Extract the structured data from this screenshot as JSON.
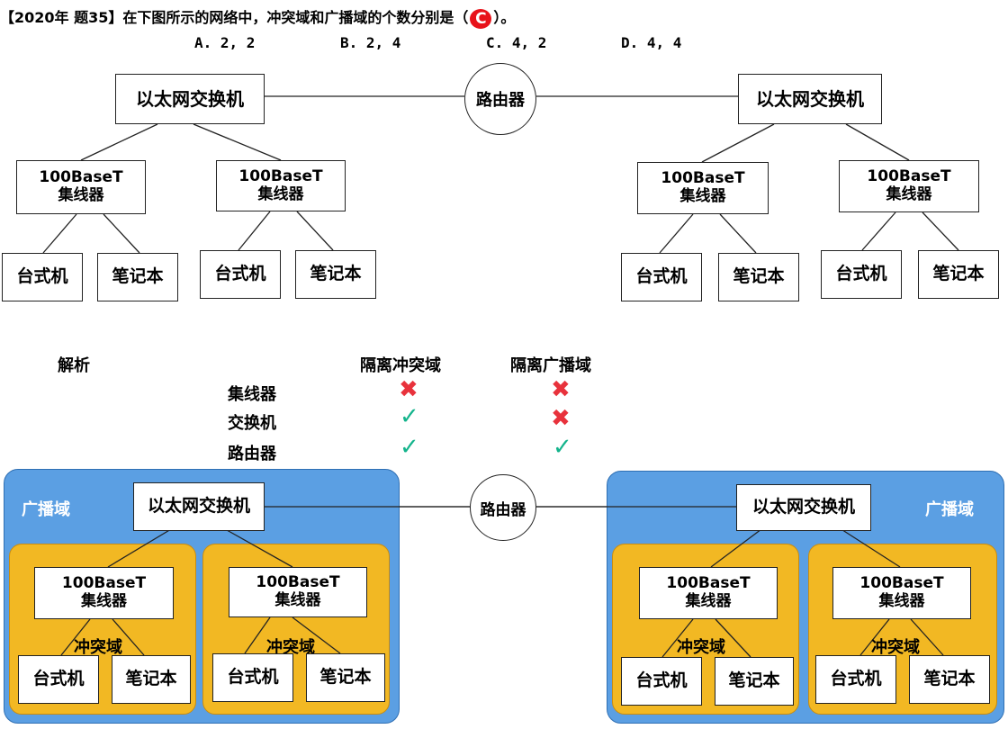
{
  "question": {
    "text_before": "【2020年 题35】在下图所示的网络中，冲突域和广播域的个数分别是（",
    "answer": "C",
    "text_after": "）。",
    "options": [
      "A. 2, 2",
      "B. 2, 4",
      "C. 4, 2",
      "D. 4, 4"
    ]
  },
  "network": {
    "switch_label": "以太网交换机",
    "router_label": "路由器",
    "hub_line1": "100BaseT",
    "hub_line2": "集线器",
    "desktop_label": "台式机",
    "laptop_label": "笔记本"
  },
  "analysis": {
    "title": "解析",
    "col_collision": "隔离冲突域",
    "col_broadcast": "隔离广播域",
    "rows": [
      {
        "device": "集线器",
        "collision": "cross",
        "broadcast": "cross"
      },
      {
        "device": "交换机",
        "collision": "check",
        "broadcast": "cross"
      },
      {
        "device": "路由器",
        "collision": "check",
        "broadcast": "check"
      }
    ],
    "symbols": {
      "cross": "✖",
      "check": "✓"
    },
    "colors": {
      "cross": "#e8323c",
      "check": "#14b48c"
    }
  },
  "domains": {
    "broadcast_label": "广播域",
    "collision_label": "冲突域",
    "broadcast_color": "#5b9fe3",
    "collision_color": "#f2b823"
  }
}
